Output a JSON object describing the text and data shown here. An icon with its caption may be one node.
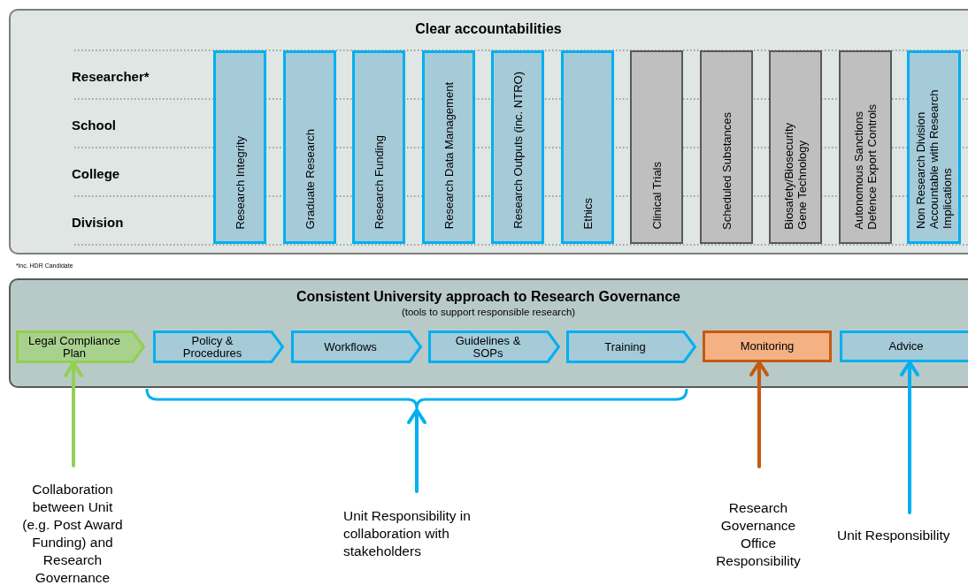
{
  "diagram": {
    "nodes": [
      {
        "text": [
          "Clear accountabilities"
        ]
      },
      {
        "text": [
          "Research Integrity"
        ],
        "in": 0
      },
      {
        "text": [
          "Graduate Research"
        ],
        "in": 0
      },
      {
        "text": [
          "Research Funding"
        ],
        "in": 0
      },
      {
        "text": [
          "Research Data Management"
        ],
        "in": 0
      },
      {
        "text": [
          "Research Outputs (inc. NTRO)"
        ],
        "in": 0
      },
      {
        "text": [
          "Ethics"
        ],
        "in": 0
      },
      {
        "text": [
          "Clinical Trials"
        ],
        "in": 0
      },
      {
        "text": [
          "Scheduled Substances"
        ],
        "in": 0
      },
      {
        "text": [
          "Biosafety/Biosecurity",
          "Gene Technology"
        ],
        "in": 0
      },
      {
        "text": [
          "Autonomous Sanctions",
          "Defence Export Controls"
        ],
        "in": 0
      },
      {
        "text": [
          "Non Research Division Accountable with Research Implications"
        ],
        "in": 0
      },
      {
        "text": [
          "Consistent University approach to Research Governance",
          "(tools to support responsible research)"
        ]
      },
      {
        "text": [
          "Legal Compliance Plan"
        ],
        "in": 12
      },
      {
        "text": [
          "Policy & Procedures"
        ],
        "in": 12
      },
      {
        "text": [
          "Workflows"
        ],
        "in": 12
      },
      {
        "text": [
          "Guidelines & SOPs"
        ],
        "in": 12
      },
      {
        "text": [
          "Training"
        ],
        "in": 12
      },
      {
        "text": [
          "Monitoring"
        ],
        "in": 12
      },
      {
        "text": [
          "Advice"
        ],
        "in": 12
      },
      {
        "text": [],
        "shape": "bracket"
      },
      {
        "text": [
          "Collaboration between Unit (e.g. Post Award Funding) and Research Governance"
        ]
      },
      {
        "text": [
          "Unit Responsibility in collaboration with stakeholders"
        ]
      },
      {
        "text": [
          "Research Governance Office Responsibility"
        ]
      },
      {
        "text": [
          "Unit Responsibility"
        ]
      }
    ],
    "edges": [
      {
        "from": 21,
        "to": 13,
        "arrow": "to",
        "color": "#92d050"
      },
      {
        "from": 22,
        "to": 20,
        "arrow": "to"
      },
      {
        "from": 23,
        "to": 18,
        "arrow": "to",
        "color": "#c55a11"
      },
      {
        "from": 24,
        "to": 19,
        "arrow": "to"
      }
    ],
    "labels": [
      "Researcher*",
      "School",
      "College",
      "Division",
      "*inc. HDR Candidate"
    ]
  }
}
